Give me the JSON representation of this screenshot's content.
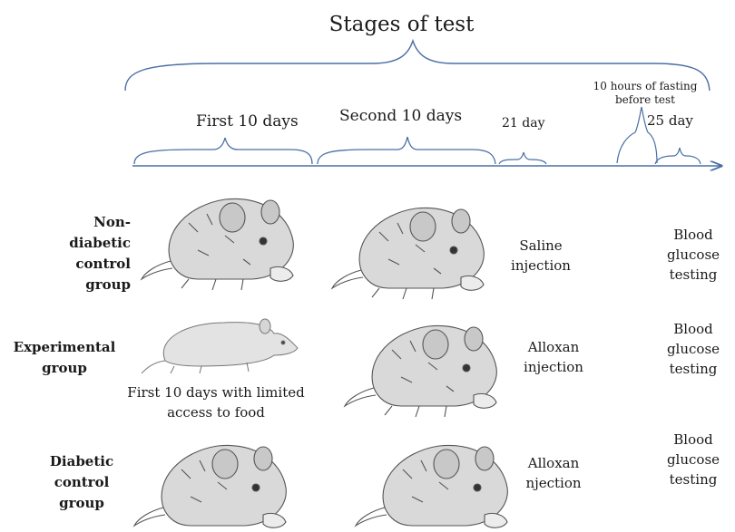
{
  "title": "Stages of test",
  "stages": {
    "first": "First 10 days",
    "second": "Second 10 days",
    "day21": "21 day",
    "fasting": "10 hours of fasting before test",
    "day25": "25 day"
  },
  "groups": [
    {
      "name": "Non-diabetic control group",
      "name_lines": [
        "Non-",
        "diabetic",
        "control",
        "group"
      ],
      "first_period": "",
      "injection_lines": [
        "Saline",
        "injection"
      ],
      "test_lines": [
        "Blood",
        "glucose",
        "testing"
      ]
    },
    {
      "name": "Experimental group",
      "name_lines": [
        "Experimental",
        "group"
      ],
      "first_period_lines": [
        "First 10 days with limited",
        "access to food"
      ],
      "injection_lines": [
        "Alloxan",
        "injection"
      ],
      "test_lines": [
        "Blood",
        "glucose",
        "testing"
      ]
    },
    {
      "name": "Diabetic control group",
      "name_lines": [
        "Diabetic",
        "control",
        "group"
      ],
      "first_period": "",
      "injection_lines": [
        "Alloxan",
        "njection"
      ],
      "test_lines": [
        "Blood",
        "glucose",
        "testing"
      ]
    }
  ],
  "colors": {
    "lines": "#4a6fa5",
    "text": "#1a1a1a"
  }
}
